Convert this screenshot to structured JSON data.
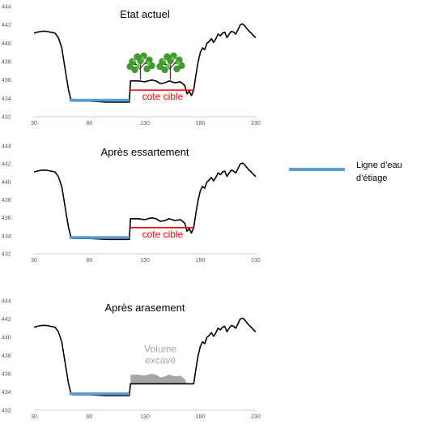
{
  "chart_data": [
    {
      "type": "line",
      "title": "Etat actuel",
      "xlabel": "",
      "ylabel": "",
      "xlim": [
        30,
        230
      ],
      "ylim": [
        432,
        444
      ],
      "x_ticks": [
        "30",
        "80",
        "130",
        "180",
        "230"
      ],
      "y_ticks": [
        "432",
        "434",
        "436",
        "438",
        "440",
        "442",
        "444"
      ],
      "grid": false,
      "series": [
        {
          "color": "#000000",
          "x": [
            30,
            33,
            37,
            41,
            45,
            49,
            52,
            55,
            57,
            59,
            61,
            63,
            65,
            80,
            95,
            100,
            116,
            117,
            118,
            124,
            130,
            136,
            140,
            144,
            148,
            152,
            157,
            162,
            166,
            168,
            170,
            172,
            174,
            176,
            178,
            180,
            182,
            184,
            186,
            188,
            190,
            192,
            194,
            196,
            198,
            200,
            202,
            204,
            206,
            208,
            210,
            212,
            214,
            216,
            218,
            220,
            222,
            224,
            226,
            228,
            230
          ],
          "y": [
            441.1,
            441.2,
            441.3,
            441.3,
            441.2,
            441.1,
            440.6,
            439.5,
            438.0,
            436.5,
            435.0,
            434.0,
            433.7,
            433.7,
            433.6,
            433.6,
            433.6,
            435.9,
            435.9,
            435.9,
            435.8,
            436.0,
            435.9,
            435.6,
            435.7,
            435.9,
            435.7,
            435.8,
            435.4,
            434.5,
            434.8,
            434.3,
            434.9,
            436.5,
            438.0,
            439.0,
            439.5,
            439.3,
            440.0,
            440.2,
            440.5,
            440.1,
            440.5,
            441.0,
            440.8,
            441.1,
            441.2,
            440.6,
            441.0,
            441.3,
            441.2,
            441.0,
            441.5,
            442.0,
            442.1,
            441.9,
            441.6,
            441.3,
            441.1,
            440.8,
            440.6
          ]
        }
      ],
      "water_line": {
        "color": "#5b9bd5",
        "x": [
          62,
          116
        ],
        "y": [
          433.8,
          433.8
        ]
      },
      "target_line": {
        "color": "#ff0000",
        "x": [
          117,
          174
        ],
        "y": [
          434.9,
          434.9
        ]
      },
      "annotation": "cote cible",
      "vegetation_icon": "tree-icon"
    },
    {
      "type": "line",
      "title": "Après essartement",
      "xlabel": "",
      "ylabel": "",
      "xlim": [
        30,
        230
      ],
      "ylim": [
        432,
        444
      ],
      "x_ticks": [
        "30",
        "80",
        "130",
        "180",
        "230"
      ],
      "y_ticks": [
        "432",
        "434",
        "436",
        "438",
        "440",
        "442",
        "444"
      ],
      "grid": false,
      "series": [
        {
          "color": "#000000",
          "x": [
            30,
            33,
            37,
            41,
            45,
            49,
            52,
            55,
            57,
            59,
            61,
            63,
            65,
            80,
            95,
            100,
            116,
            117,
            118,
            124,
            130,
            136,
            140,
            144,
            148,
            152,
            157,
            162,
            166,
            168,
            170,
            172,
            174,
            176,
            178,
            180,
            182,
            184,
            186,
            188,
            190,
            192,
            194,
            196,
            198,
            200,
            202,
            204,
            206,
            208,
            210,
            212,
            214,
            216,
            218,
            220,
            222,
            224,
            226,
            228,
            230
          ],
          "y": [
            441.1,
            441.2,
            441.3,
            441.3,
            441.2,
            441.1,
            440.6,
            439.5,
            438.0,
            436.5,
            435.0,
            434.0,
            433.7,
            433.7,
            433.6,
            433.6,
            433.6,
            435.9,
            435.9,
            435.9,
            435.8,
            436.0,
            435.9,
            435.6,
            435.7,
            435.9,
            435.7,
            435.8,
            435.4,
            434.5,
            434.8,
            434.3,
            434.9,
            436.5,
            438.0,
            439.0,
            439.5,
            439.3,
            440.0,
            440.2,
            440.5,
            440.1,
            440.5,
            441.0,
            440.8,
            441.1,
            441.2,
            440.6,
            441.0,
            441.3,
            441.2,
            441.0,
            441.5,
            442.0,
            442.1,
            441.9,
            441.6,
            441.3,
            441.1,
            440.8,
            440.6
          ]
        }
      ],
      "water_line": {
        "color": "#5b9bd5",
        "x": [
          62,
          116
        ],
        "y": [
          433.8,
          433.8
        ]
      },
      "target_line": {
        "color": "#ff0000",
        "x": [
          117,
          174
        ],
        "y": [
          434.9,
          434.9
        ]
      },
      "annotation": "cote cible"
    },
    {
      "type": "line",
      "title": "Après arasement",
      "xlabel": "",
      "ylabel": "",
      "xlim": [
        30,
        230
      ],
      "ylim": [
        432,
        444
      ],
      "x_ticks": [
        "30",
        "80",
        "130",
        "180",
        "230"
      ],
      "y_ticks": [
        "432",
        "434",
        "436",
        "438",
        "440",
        "442",
        "444"
      ],
      "grid": false,
      "series": [
        {
          "color": "#000000",
          "x": [
            30,
            33,
            37,
            41,
            45,
            49,
            52,
            55,
            57,
            59,
            61,
            63,
            65,
            80,
            95,
            100,
            116,
            117,
            174,
            176,
            178,
            180,
            182,
            184,
            186,
            188,
            190,
            192,
            194,
            196,
            198,
            200,
            202,
            204,
            206,
            208,
            210,
            212,
            214,
            216,
            218,
            220,
            222,
            224,
            226,
            228,
            230
          ],
          "y": [
            441.1,
            441.2,
            441.3,
            441.3,
            441.2,
            441.1,
            440.6,
            439.5,
            438.0,
            436.5,
            435.0,
            434.0,
            433.7,
            433.7,
            433.6,
            433.6,
            433.6,
            434.9,
            434.9,
            436.5,
            438.0,
            439.0,
            439.5,
            439.3,
            440.0,
            440.2,
            440.5,
            440.1,
            440.5,
            441.0,
            440.8,
            441.1,
            441.2,
            440.6,
            441.0,
            441.3,
            441.2,
            441.0,
            441.5,
            442.0,
            442.1,
            441.9,
            441.6,
            441.3,
            441.1,
            440.8,
            440.6
          ]
        }
      ],
      "water_line": {
        "color": "#5b9bd5",
        "x": [
          62,
          116
        ],
        "y": [
          433.8,
          433.8
        ]
      },
      "excavated_area": {
        "color": "#a6a6a6",
        "x": [
          117,
          118,
          124,
          130,
          136,
          140,
          144,
          148,
          152,
          157,
          162,
          166,
          168,
          170,
          172,
          174
        ],
        "y_top": [
          435.9,
          435.9,
          435.9,
          435.8,
          436.0,
          435.9,
          435.6,
          435.7,
          435.9,
          435.7,
          435.8,
          435.4,
          434.5,
          434.8,
          434.3,
          434.9
        ],
        "y_base": 434.9
      },
      "annotation_lines": [
        "Volume",
        "excavé"
      ]
    }
  ],
  "legend": {
    "color": "#5b9bd5",
    "label_lines": [
      "Ligne d’eau",
      "d’étiage"
    ]
  }
}
